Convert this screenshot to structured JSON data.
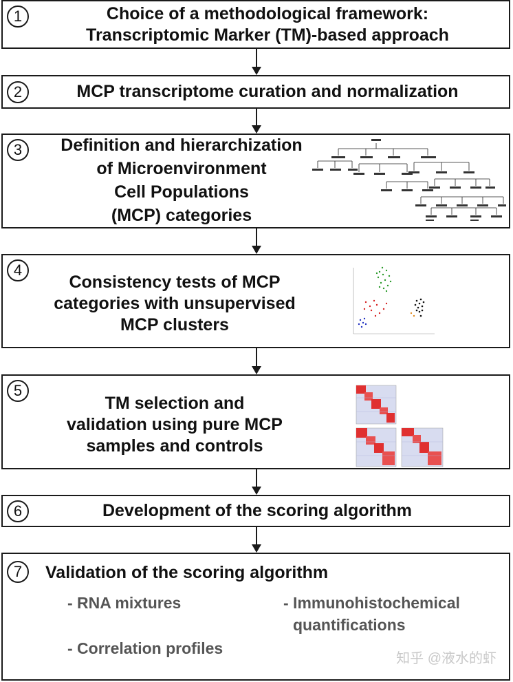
{
  "steps": [
    {
      "number": "1",
      "lines": [
        "Choice of a methodological framework:",
        "Transcriptomic Marker (TM)-based approach"
      ]
    },
    {
      "number": "2",
      "lines": [
        "MCP transcriptome curation and normalization"
      ]
    },
    {
      "number": "3",
      "lines": [
        "Definition and hierarchization",
        "of Microenvironment",
        "Cell Populations",
        "(MCP) categories"
      ]
    },
    {
      "number": "4",
      "lines": [
        "Consistency tests of MCP",
        "categories with unsupervised",
        "MCP clusters"
      ]
    },
    {
      "number": "5",
      "lines": [
        "TM selection and",
        "validation using pure MCP",
        "samples and controls"
      ]
    },
    {
      "number": "6",
      "lines": [
        "Development of the scoring algorithm"
      ]
    },
    {
      "number": "7",
      "lines": [
        "Validation of the scoring algorithm"
      ]
    }
  ],
  "validation_items": {
    "left": [
      "- RNA mixtures",
      "- Correlation profiles"
    ],
    "right": [
      "- Immunohistochemical",
      "quantifications"
    ]
  },
  "watermark": "知乎 @液水的虾",
  "colors": {
    "border": "#1a1a1a",
    "text": "#111111",
    "bullet": "#555555"
  }
}
